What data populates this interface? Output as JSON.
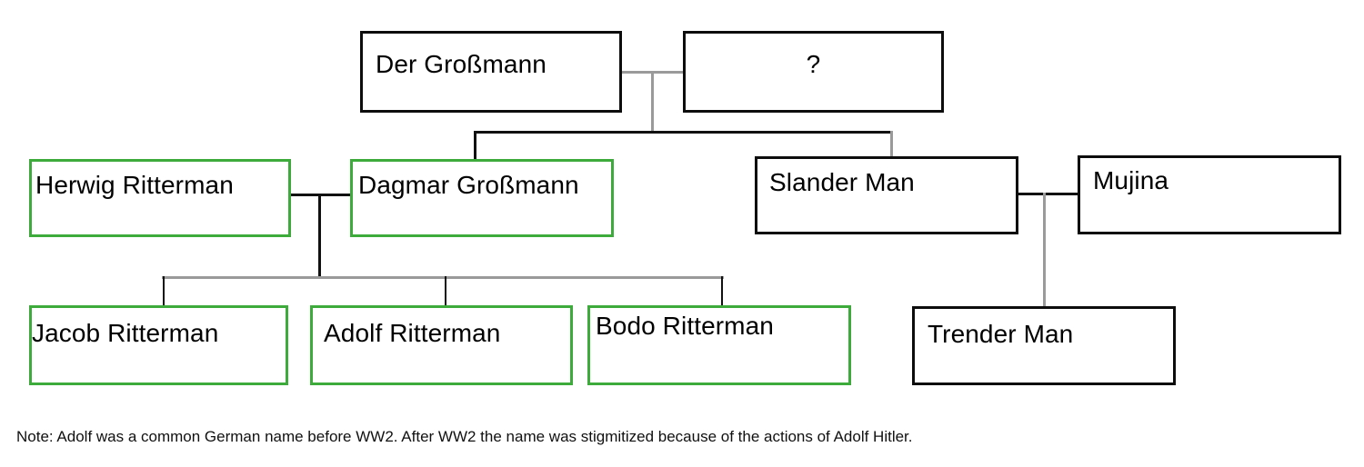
{
  "diagram": {
    "type": "family-tree",
    "title": "",
    "nodes": [
      {
        "id": "der-grossmann",
        "label": "Der Großmann",
        "border_color": "#0d0d0d",
        "generation": 1,
        "align": "left"
      },
      {
        "id": "unknown-spouse",
        "label": "?",
        "border_color": "#0d0d0d",
        "generation": 1,
        "align": "center"
      },
      {
        "id": "herwig-ritterman",
        "label": "Herwig Ritterman",
        "border_color": "#3cab3c",
        "generation": 2,
        "align": "left"
      },
      {
        "id": "dagmar-grossmann",
        "label": "Dagmar Großmann",
        "border_color": "#3cab3c",
        "generation": 2,
        "align": "left"
      },
      {
        "id": "slander-man",
        "label": "Slander Man",
        "border_color": "#0d0d0d",
        "generation": 2,
        "align": "left"
      },
      {
        "id": "mujina",
        "label": "Mujina",
        "border_color": "#0d0d0d",
        "generation": 2,
        "align": "left"
      },
      {
        "id": "jacob-ritterman",
        "label": "Jacob Ritterman",
        "border_color": "#3cab3c",
        "generation": 3,
        "align": "left"
      },
      {
        "id": "adolf-ritterman",
        "label": "Adolf Ritterman",
        "border_color": "#3cab3c",
        "generation": 3,
        "align": "left"
      },
      {
        "id": "bodo-ritterman",
        "label": "Bodo Ritterman",
        "border_color": "#3cab3c",
        "generation": 3,
        "align": "left"
      },
      {
        "id": "trender-man",
        "label": "Trender Man",
        "border_color": "#0d0d0d",
        "generation": 3,
        "align": "left"
      }
    ],
    "relationships": [
      {
        "type": "marriage",
        "from": "der-grossmann",
        "to": "unknown-spouse",
        "line_color": "#9a9a9a"
      },
      {
        "type": "marriage",
        "from": "herwig-ritterman",
        "to": "dagmar-grossmann",
        "line_color": "#111111"
      },
      {
        "type": "marriage",
        "from": "slander-man",
        "to": "mujina",
        "line_color": "#111111"
      },
      {
        "type": "child",
        "from": "der-grossmann",
        "to": "dagmar-grossmann"
      },
      {
        "type": "child",
        "from": "der-grossmann",
        "to": "slander-man"
      },
      {
        "type": "child",
        "from": "herwig-ritterman",
        "to": "jacob-ritterman"
      },
      {
        "type": "child",
        "from": "herwig-ritterman",
        "to": "adolf-ritterman"
      },
      {
        "type": "child",
        "from": "herwig-ritterman",
        "to": "bodo-ritterman"
      },
      {
        "type": "child",
        "from": "slander-man",
        "to": "trender-man"
      }
    ]
  },
  "footnote": {
    "text": "Note: Adolf was a common German name before WW2. After WW2 the name was stigmitized because of the actions of Adolf Hitler."
  },
  "colors": {
    "box_black": "#0d0d0d",
    "box_green": "#3cab3c",
    "line_black": "#111111",
    "line_gray": "#9a9a9a",
    "background": "#ffffff"
  }
}
